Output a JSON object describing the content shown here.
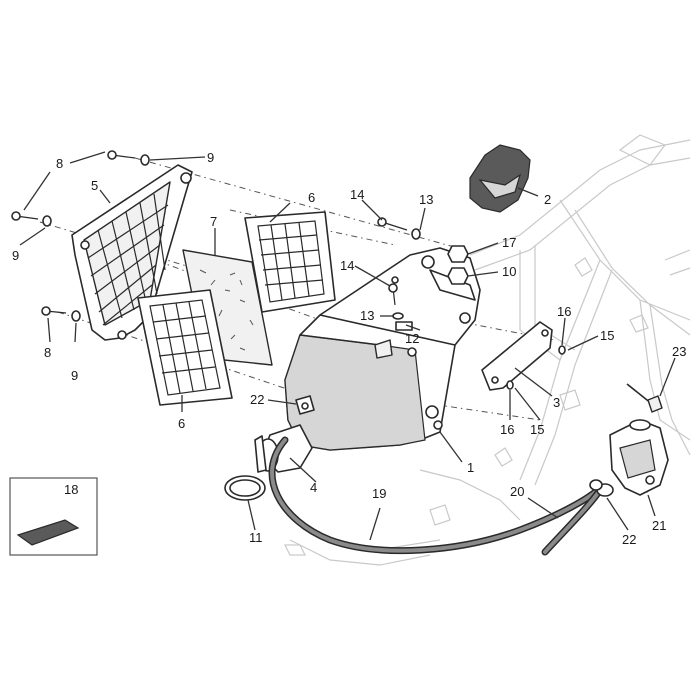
{
  "diagram": {
    "labels": {
      "p1": "1",
      "p2": "2",
      "p3": "3",
      "p4": "4",
      "p5": "5",
      "p6a": "6",
      "p6b": "6",
      "p7": "7",
      "p8a": "8",
      "p8b": "8",
      "p9a": "9",
      "p9b": "9",
      "p9c": "9",
      "p10": "10",
      "p11": "11",
      "p12": "12",
      "p13a": "13",
      "p13b": "13",
      "p14a": "14",
      "p14b": "14",
      "p15a": "15",
      "p15b": "15",
      "p16a": "16",
      "p16b": "16",
      "p17": "17",
      "p18": "18",
      "p19": "19",
      "p20": "20",
      "p21": "21",
      "p22a": "22",
      "p22b": "22",
      "p23": "23"
    },
    "colors": {
      "line": "#2a2a2a",
      "frame": "#c9c9c9",
      "hose": "#2a2a2a"
    }
  }
}
